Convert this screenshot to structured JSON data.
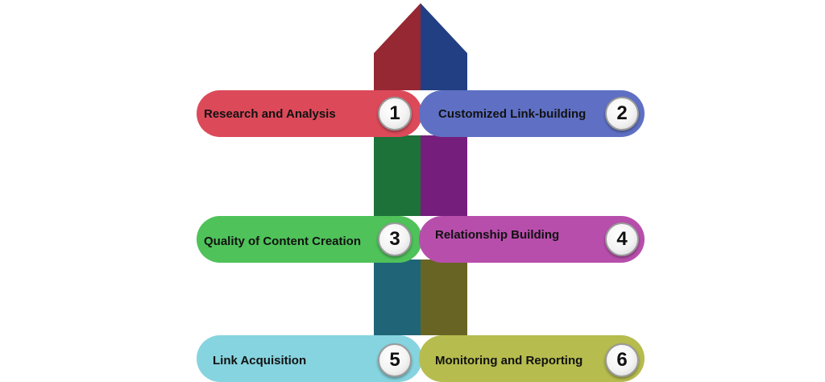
{
  "steps": [
    {
      "number": "1",
      "label": "Research and Analysis",
      "color": "#dc4a5a"
    },
    {
      "number": "2",
      "label": "Customized Link-building",
      "color": "#5f70c4"
    },
    {
      "number": "3",
      "label": "Quality of Content Creation",
      "color": "#4fc25a"
    },
    {
      "number": "4",
      "label": "Relationship Building",
      "color": "#b84eac"
    },
    {
      "number": "5",
      "label": "Link Acquisition",
      "color": "#86d4df"
    },
    {
      "number": "6",
      "label": "Monitoring and Reporting",
      "color": "#b6bc4e"
    }
  ],
  "arrow": {
    "left_colors": [
      "#962833",
      "#1c7239",
      "#1f6577"
    ],
    "right_colors": [
      "#223f83",
      "#761e7c",
      "#686524"
    ]
  }
}
